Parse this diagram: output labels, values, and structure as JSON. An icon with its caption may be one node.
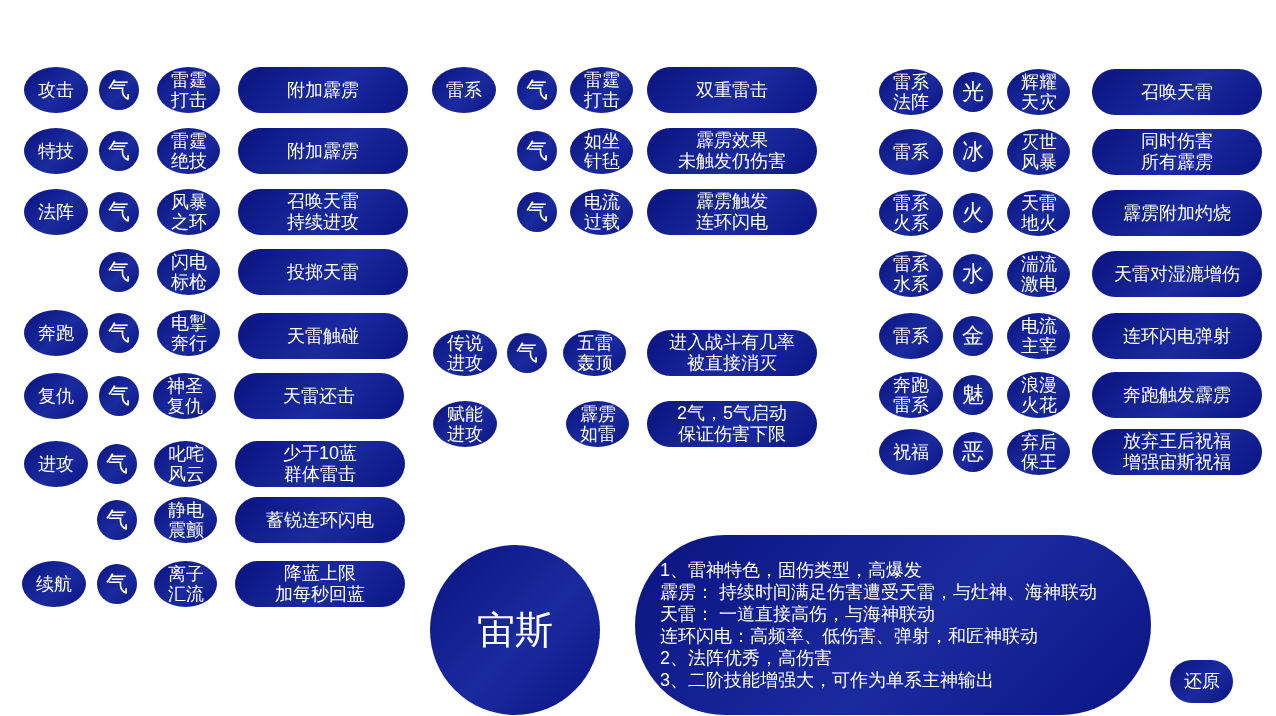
{
  "diagram": {
    "nodes": [
      {
        "text": [
          "攻击"
        ]
      },
      {
        "text": [
          "气"
        ]
      },
      {
        "text": [
          "雷霆打击"
        ]
      },
      {
        "text": [
          "附加霹雳"
        ]
      },
      {
        "text": [
          "特技"
        ]
      },
      {
        "text": [
          "气"
        ]
      },
      {
        "text": [
          "雷霆绝技"
        ]
      },
      {
        "text": [
          "附加霹雳"
        ]
      },
      {
        "text": [
          "法阵"
        ]
      },
      {
        "text": [
          "气"
        ]
      },
      {
        "text": [
          "风暴之环"
        ]
      },
      {
        "text": [
          "召唤天雷持续进攻"
        ]
      },
      {
        "text": [
          "气"
        ]
      },
      {
        "text": [
          "闪电标枪"
        ]
      },
      {
        "text": [
          "投掷天雷"
        ]
      },
      {
        "text": [
          "奔跑"
        ]
      },
      {
        "text": [
          "气"
        ]
      },
      {
        "text": [
          "电掣奔行"
        ]
      },
      {
        "text": [
          "天雷触碰"
        ]
      },
      {
        "text": [
          "复仇"
        ]
      },
      {
        "text": [
          "气"
        ]
      },
      {
        "text": [
          "神圣复仇"
        ]
      },
      {
        "text": [
          "天雷还击"
        ]
      },
      {
        "text": [
          "进攻"
        ]
      },
      {
        "text": [
          "气"
        ]
      },
      {
        "text": [
          "叱咤风云"
        ]
      },
      {
        "text": [
          "少于10蓝群体雷击"
        ]
      },
      {
        "text": [
          "气"
        ]
      },
      {
        "text": [
          "静电震颤"
        ]
      },
      {
        "text": [
          "蓄锐连环闪电"
        ]
      },
      {
        "text": [
          "续航"
        ]
      },
      {
        "text": [
          "气"
        ]
      },
      {
        "text": [
          "离子汇流"
        ]
      },
      {
        "text": [
          "降蓝上限加每秒回蓝"
        ]
      },
      {
        "text": [
          "雷系"
        ]
      },
      {
        "text": [
          "气"
        ]
      },
      {
        "text": [
          "雷霆打击"
        ]
      },
      {
        "text": [
          "双重雷击"
        ]
      },
      {
        "text": [
          "气"
        ]
      },
      {
        "text": [
          "如坐针毡"
        ]
      },
      {
        "text": [
          "霹雳效果未触发仍伤害"
        ]
      },
      {
        "text": [
          "气"
        ]
      },
      {
        "text": [
          "电流过载"
        ]
      },
      {
        "text": [
          "霹雳触发连环闪电"
        ]
      },
      {
        "text": [
          "传说进攻"
        ]
      },
      {
        "text": [
          "气"
        ]
      },
      {
        "text": [
          "五雷轰顶"
        ]
      },
      {
        "text": [
          "进入战斗有几率被直接消灭"
        ]
      },
      {
        "text": [
          "赋能进攻"
        ]
      },
      {
        "text": [
          "霹雳如雷"
        ]
      },
      {
        "text": [
          "2气，5气启动保证伤害下限"
        ]
      },
      {
        "text": [
          "雷系法阵"
        ]
      },
      {
        "text": [
          "光"
        ]
      },
      {
        "text": [
          "辉耀天灾"
        ]
      },
      {
        "text": [
          "召唤天雷"
        ]
      },
      {
        "text": [
          "雷系"
        ]
      },
      {
        "text": [
          "冰"
        ]
      },
      {
        "text": [
          "灭世风暴"
        ]
      },
      {
        "text": [
          "同时伤害所有霹雳"
        ]
      },
      {
        "text": [
          "雷系火系"
        ]
      },
      {
        "text": [
          "火"
        ]
      },
      {
        "text": [
          "天雷地火"
        ]
      },
      {
        "text": [
          "霹雳附加灼烧"
        ]
      },
      {
        "text": [
          "雷系水系"
        ]
      },
      {
        "text": [
          "水"
        ]
      },
      {
        "text": [
          "湍流激电"
        ]
      },
      {
        "text": [
          "天雷对湿漉增伤"
        ]
      },
      {
        "text": [
          "雷系"
        ]
      },
      {
        "text": [
          "金"
        ]
      },
      {
        "text": [
          "电流主宰"
        ]
      },
      {
        "text": [
          "连环闪电弹射"
        ]
      },
      {
        "text": [
          "奔跑雷系"
        ]
      },
      {
        "text": [
          "魅"
        ]
      },
      {
        "text": [
          "浪漫火花"
        ]
      },
      {
        "text": [
          "奔跑触发霹雳"
        ]
      },
      {
        "text": [
          "祝福"
        ]
      },
      {
        "text": [
          "恶"
        ]
      },
      {
        "text": [
          "弃后保王"
        ]
      },
      {
        "text": [
          "放弃王后祝福增强宙斯祝福"
        ]
      },
      {
        "text": [
          "宙斯"
        ]
      },
      {
        "text": [
          "1、雷神特色，固伤类型，高爆发",
          "霹雳： 持续时间满足伤害遭受天雷，与灶神、海神联动",
          "天雷： 一道直接高伤，与海神联动",
          "连环闪电：高频率、低伤害、弹射，和匠神联动",
          "2、法阵优秀，高伤害",
          "3、二阶技能增强大，可作为单系主神输出"
        ]
      },
      {
        "text": [
          "还原"
        ]
      }
    ]
  }
}
